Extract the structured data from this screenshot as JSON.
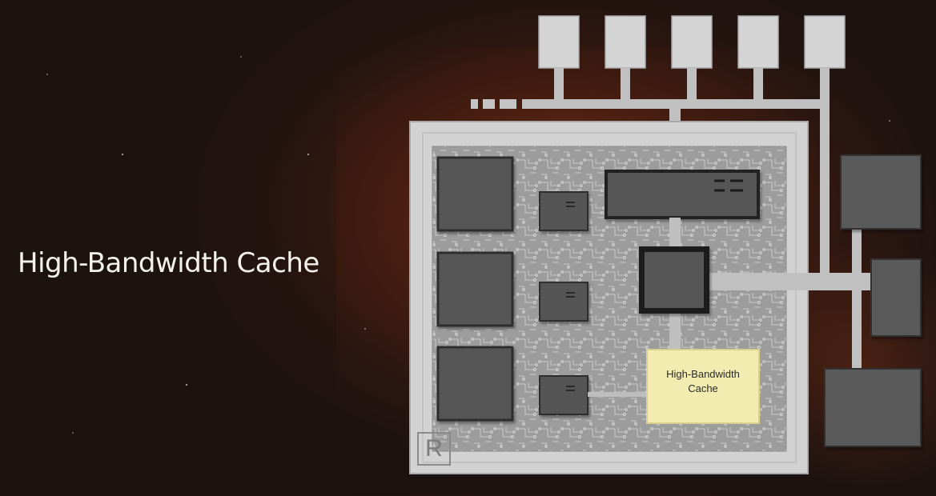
{
  "slide": {
    "title": "High-Bandwidth Cache"
  },
  "diagram": {
    "highlight_block": {
      "label_line1": "High-Bandwidth",
      "label_line2": "Cache"
    },
    "logo_letter": "R"
  },
  "colors": {
    "background": "#2a1510",
    "title_text": "#f5f2ee",
    "package_border": "#d2d2d2",
    "trace_area": "#9a9a9a",
    "block_dark": "#4e4e4e",
    "cache_fill": "#f3ecb0",
    "cache_border": "#d9cf8e",
    "external_block": "#d4d4d4"
  }
}
